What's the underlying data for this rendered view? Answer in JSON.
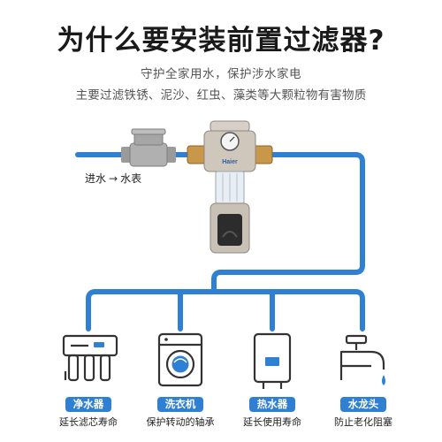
{
  "header": {
    "title": "为什么要安装前置过滤器?",
    "subtitle_line1": "守护全家用水，保护涉水家电",
    "subtitle_line2": "主要过滤铁锈、泥沙、红虫、藻类等大颗粒物有害物质"
  },
  "flow": {
    "inlet_label": "进水",
    "arrow": "→",
    "meter_label": "水表"
  },
  "filter": {
    "brand": "Haier"
  },
  "appliances": [
    {
      "name": "净水器",
      "benefit": "延长滤芯寿命",
      "icon": "water-purifier-icon"
    },
    {
      "name": "洗衣机",
      "benefit": "保护转动的轴承",
      "icon": "washing-machine-icon"
    },
    {
      "name": "热水器",
      "benefit": "延长使用寿命",
      "icon": "water-heater-icon"
    },
    {
      "name": "水龙头",
      "benefit": "防止老化阻塞",
      "icon": "faucet-icon"
    }
  ],
  "colors": {
    "pipe": "#2f7fd3",
    "badge": "#2f7fd3",
    "icon_stroke": "#333333"
  }
}
